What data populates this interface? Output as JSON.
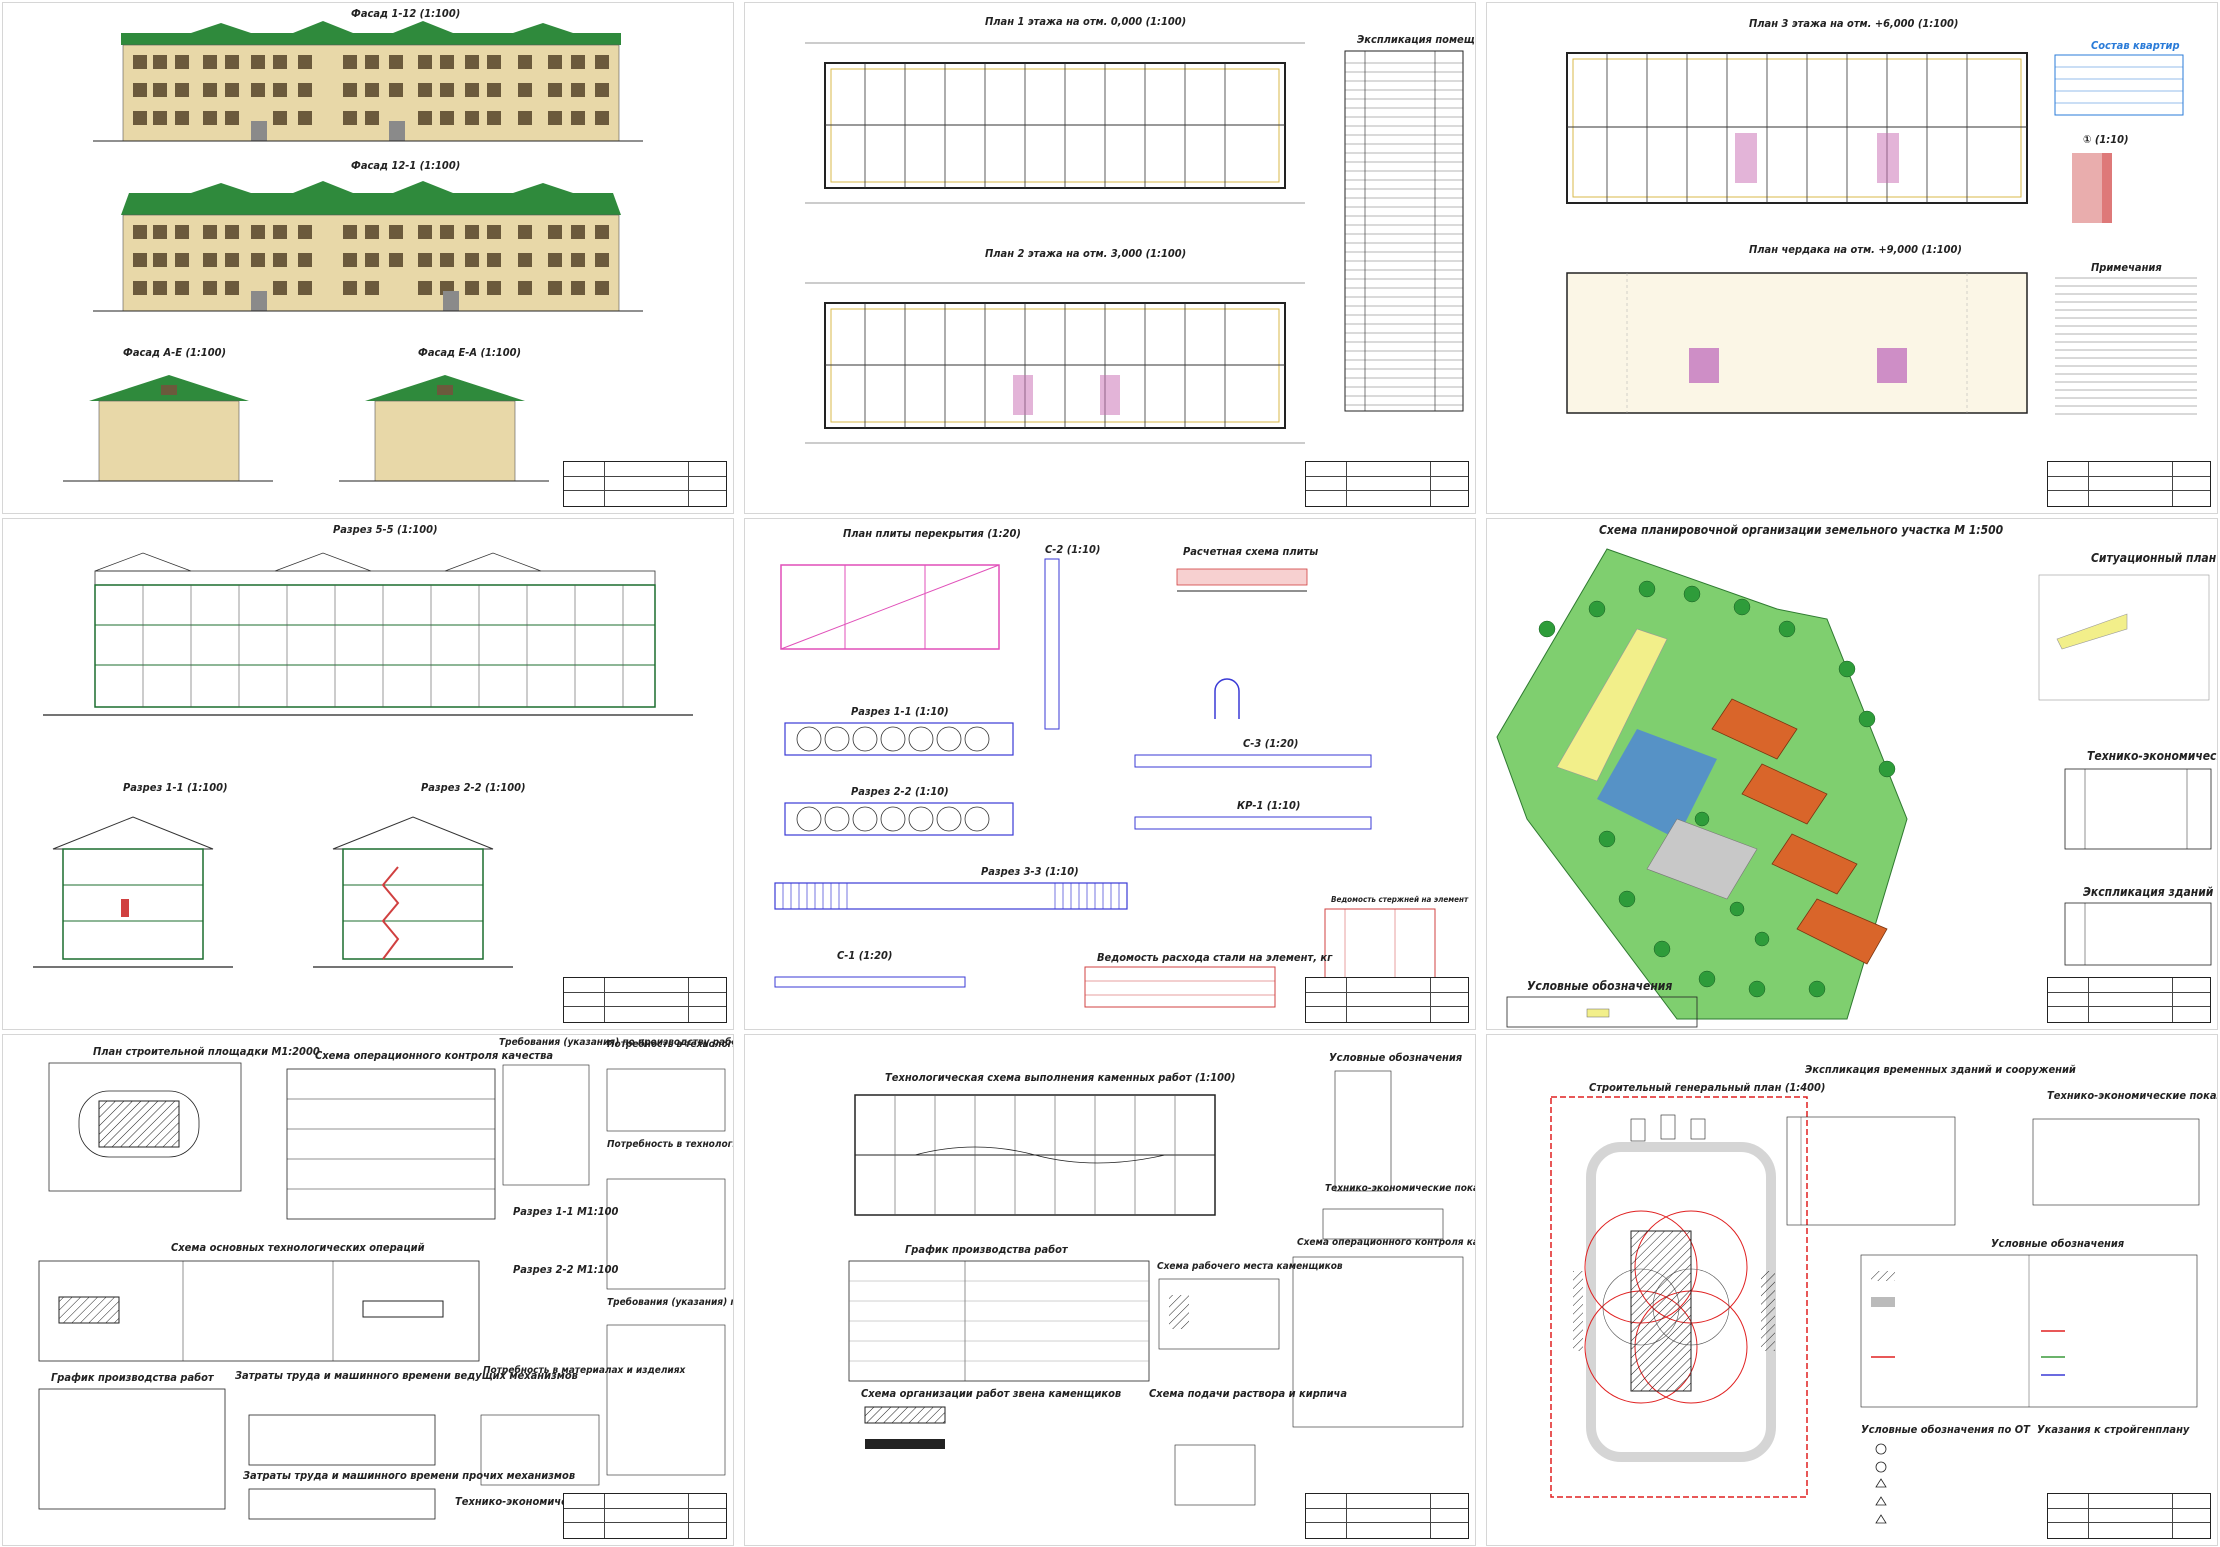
{
  "sheets": [
    {
      "id": "s1",
      "labels": {
        "facade_1_12": "Фасад 1-12 (1:100)",
        "facade_12_1": "Фасад 12-1 (1:100)",
        "facade_a_e": "Фасад А-Е (1:100)",
        "facade_e_a": "Фасад Е-А (1:100)"
      }
    },
    {
      "id": "s2",
      "labels": {
        "plan_floor1": "План 1 этажа на отм. 0,000 (1:100)",
        "plan_floor2": "План 2 этажа на отм. 3,000 (1:100)",
        "explication": "Экспликация помещений"
      }
    },
    {
      "id": "s3",
      "labels": {
        "plan_floor3": "План 3 этажа на отм. +6,000 (1:100)",
        "plan_attic": "План чердака на отм. +9,000 (1:100)",
        "apartments": "Состав квартир",
        "node": "① (1:10)",
        "notes": "Примечания"
      }
    },
    {
      "id": "s4",
      "labels": {
        "section_5_5": "Разрез 5-5 (1:100)",
        "section_1_1": "Разрез 1-1 (1:100)",
        "section_2_2": "Разрез 2-2 (1:100)"
      }
    },
    {
      "id": "s5",
      "labels": {
        "slab_plan": "План плиты перекрытия (1:20)",
        "c2": "С-2 (1:10)",
        "calc_scheme": "Расчетная схема плиты",
        "sec_1_1": "Разрез 1-1 (1:10)",
        "sec_2_2": "Разрез 2-2 (1:10)",
        "sec_3_3": "Разрез 3-3 (1:10)",
        "c3": "С-3 (1:20)",
        "kr1": "КР-1 (1:10)",
        "c1": "С-1 (1:20)",
        "steel_statement": "Ведомость расхода стали на элемент, кг",
        "rebar_statement": "Ведомость стержней на элемент"
      }
    },
    {
      "id": "s6",
      "labels": {
        "site_plan_title": "Схема планировочной организации земельного участка М 1:500",
        "situation_plan": "Ситуационный план",
        "tep": "Технико-экономические",
        "explication_buildings": "Экспликация зданий",
        "legend": "Условные обозначения"
      }
    },
    {
      "id": "s7",
      "labels": {
        "site_plan": "План строительной площадки М1:2000",
        "quality_scheme": "Схема операционного контроля качества",
        "requirements": "Требования (указания) по производству работ",
        "tech_equipment": "Потребность в технологическом оборудовании",
        "tools": "Потребность в технологической оснастке и инструменте",
        "operations": "Схема основных технологических операций",
        "section_1_1": "Разрез 1-1 М1:100",
        "section_2_2": "Разрез 2-2 М1:100",
        "safety": "Требования (указания) по безопасности труда",
        "schedule": "График производства работ",
        "labor_main": "Затраты труда и машинного времени ведущих механизмов",
        "materials": "Потребность в материалах и изделиях",
        "labor_other": "Затраты труда и машинного времени прочих механизмов",
        "tep": "Технико-экономические показатели"
      }
    },
    {
      "id": "s8",
      "labels": {
        "masonry_scheme": "Технологическая схема выполнения каменных работ (1:100)",
        "legend": "Условные обозначения",
        "tep": "Технико-экономические показатели",
        "schedule": "График производства работ",
        "quality_scheme": "Схема операционного контроля качества",
        "workplace": "Схема рабочего места каменщиков",
        "organization": "Схема организации работ звена каменщиков",
        "supply": "Схема подачи раствора и кирпича"
      }
    },
    {
      "id": "s9",
      "labels": {
        "stroygenplan": "Строительный генеральный план (1:400)",
        "temp_buildings": "Экспликация временных зданий и сооружений",
        "tep": "Технико-экономические показатели",
        "legend": "Условные обозначения",
        "legend_ot": "Условные обозначения по ОТ",
        "instructions": "Указания к стройгенплану"
      }
    }
  ],
  "colors": {
    "roof_green": "#2f8a3c",
    "wall_beige": "#e8d8a8",
    "site_green": "#7fcf6f",
    "building_orange": "#d9652a",
    "playground_blue": "#4f87d6",
    "sand_yellow": "#f2ef8a",
    "tree_green": "#2e9c3a",
    "slab_magenta": "#e04fb9",
    "crane_red": "#e02020",
    "drawing_blue": "#3a3ad6"
  }
}
